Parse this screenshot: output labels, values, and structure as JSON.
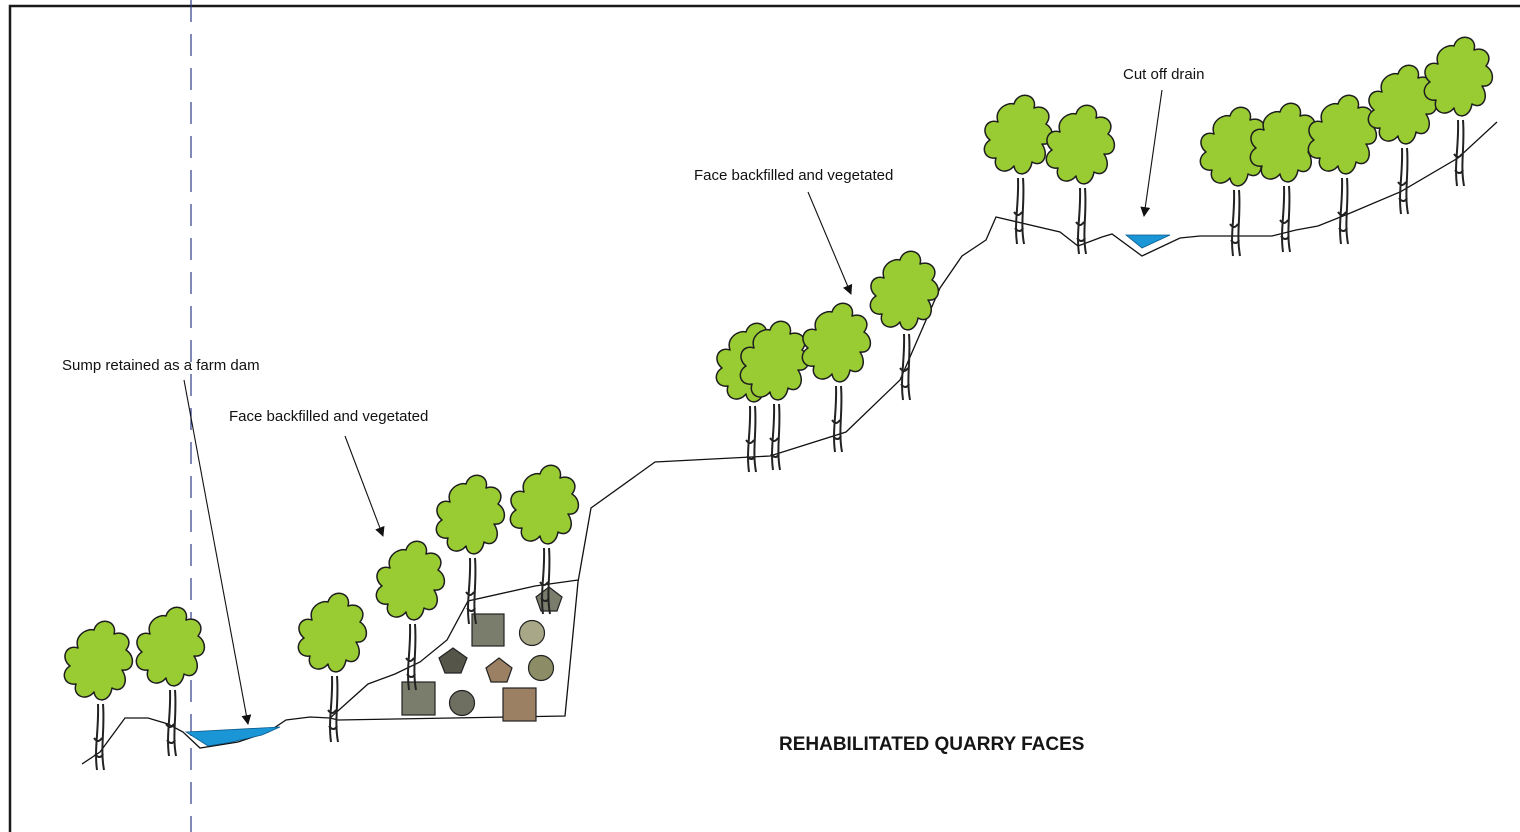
{
  "title": "REHABILITATED QUARRY FACES",
  "labels": {
    "sump": "Sump retained as a farm dam",
    "face_lower": "Face backfilled and vegetated",
    "face_upper": "Face backfilled and vegetated",
    "drain": "Cut off drain"
  },
  "colors": {
    "tree_canopy": "#99cc33",
    "water": "#1a96d6",
    "rock_dark": "#56554a",
    "rock_grey": "#7b7d6c",
    "rock_sage": "#a8a888",
    "rock_olive": "#8c8c66",
    "rock_brown": "#9c8063",
    "line": "#111111",
    "centerline": "#2c3b8c"
  }
}
